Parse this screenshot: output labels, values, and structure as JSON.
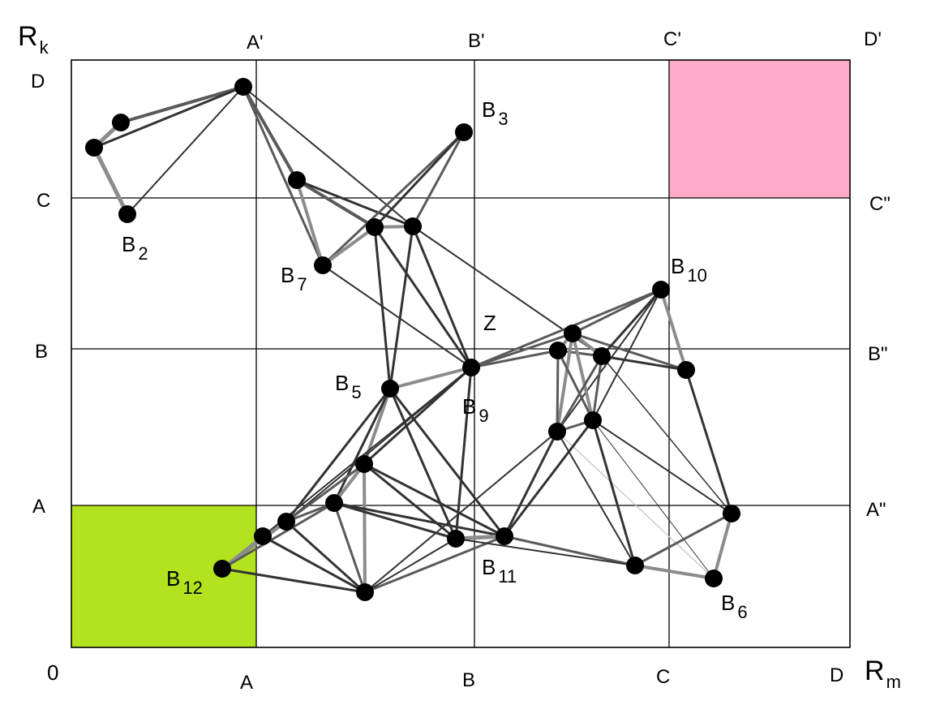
{
  "axes": {
    "origin": "0",
    "x_axis": {
      "main": "R",
      "sub": "m"
    },
    "y_axis": {
      "main": "R",
      "sub": "k"
    },
    "bottom_ticks": [
      "A",
      "B",
      "C",
      "D"
    ],
    "left_ticks": [
      "A",
      "B",
      "C",
      "D"
    ],
    "top_ticks": [
      "A'",
      "B'",
      "C'",
      "D'"
    ],
    "right_ticks": [
      "A\"",
      "B\"",
      "C\""
    ]
  },
  "zones": {
    "green_zone": {
      "color": "#b3e31e"
    },
    "pink_zone": {
      "color": "#ffaac8"
    }
  },
  "point_label": "Z",
  "node_labels": {
    "b2": {
      "main": "B",
      "sub": "2"
    },
    "b3": {
      "main": "B",
      "sub": "3"
    },
    "b5": {
      "main": "B",
      "sub": "5"
    },
    "b6": {
      "main": "B",
      "sub": "6"
    },
    "b7": {
      "main": "B",
      "sub": "7"
    },
    "b9": {
      "main": "B",
      "sub": "9"
    },
    "b10": {
      "main": "B",
      "sub": "10"
    },
    "b11": {
      "main": "B",
      "sub": "11"
    },
    "b12": {
      "main": "B",
      "sub": "12"
    }
  },
  "colors": {
    "node": "#000000",
    "edge_dark": "#333333",
    "edge_mid": "#5a5a5a",
    "edge_light": "#8c8c8c",
    "edge_faint": "#c4c4c4"
  }
}
